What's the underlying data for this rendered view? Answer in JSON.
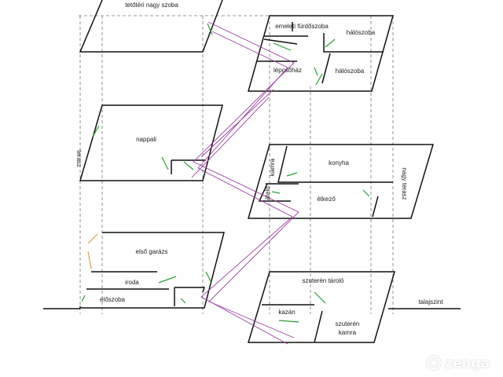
{
  "colors": {
    "wall": "#111111",
    "guide": "#777777",
    "door": "#2e9e3c",
    "door_alt": "#d8a050",
    "stair": "#9b3fa0",
    "watermark_bg": "#c8c8c8"
  },
  "labels": {
    "tetoteri": "tetőtéri nagy szoba",
    "furdo": "emeleti fürdőszoba",
    "haloszoba1": "hálószoba",
    "lepcsohaz": "lépcsőház",
    "haloszoba2": "hálószoba",
    "nappali": "nappali",
    "terasz_bal": "terasz",
    "konyha": "konyha",
    "kamra": "kamra",
    "atrium": "átelő",
    "etkezo": "étkező",
    "nagy_terasz": "nagy terasz",
    "garazs": "első garázs",
    "iroda": "iroda",
    "eloszoba": "előszoba",
    "szuteren_tarolo": "szuterén tároló",
    "kazan": "kazán",
    "szuteren_kamra": "szuterén kamra",
    "talajszint": "talajszint"
  },
  "watermark": {
    "text": "zenga",
    "icon": "zenga-logo-icon"
  }
}
